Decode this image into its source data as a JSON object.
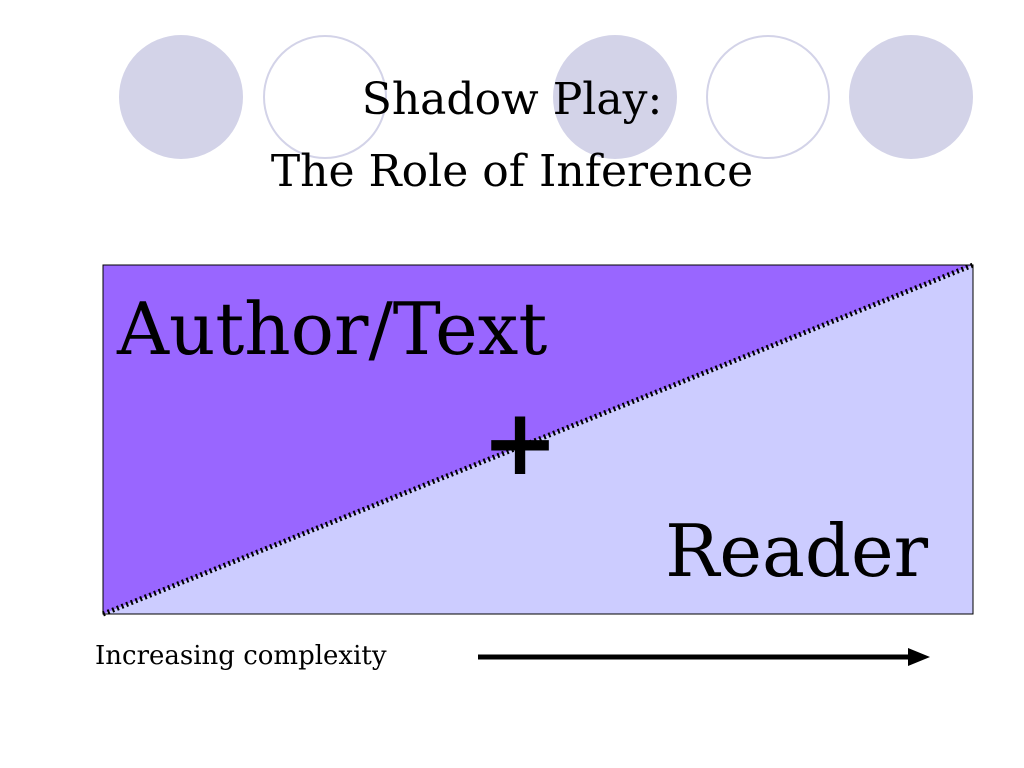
{
  "slide": {
    "title_line1": "Shadow Play:",
    "title_line2": "The Role of Inference",
    "colors": {
      "decor_circle": "#d3d3e8",
      "author_region": "#9966ff",
      "reader_region": "#ccccff",
      "border": "#000000"
    }
  },
  "diagram": {
    "author_label": "Author/Text",
    "plus_label": "+",
    "reader_label": "Reader",
    "divider_style": "dotted"
  },
  "axis": {
    "label": "Increasing complexity",
    "arrow_direction": "right"
  }
}
